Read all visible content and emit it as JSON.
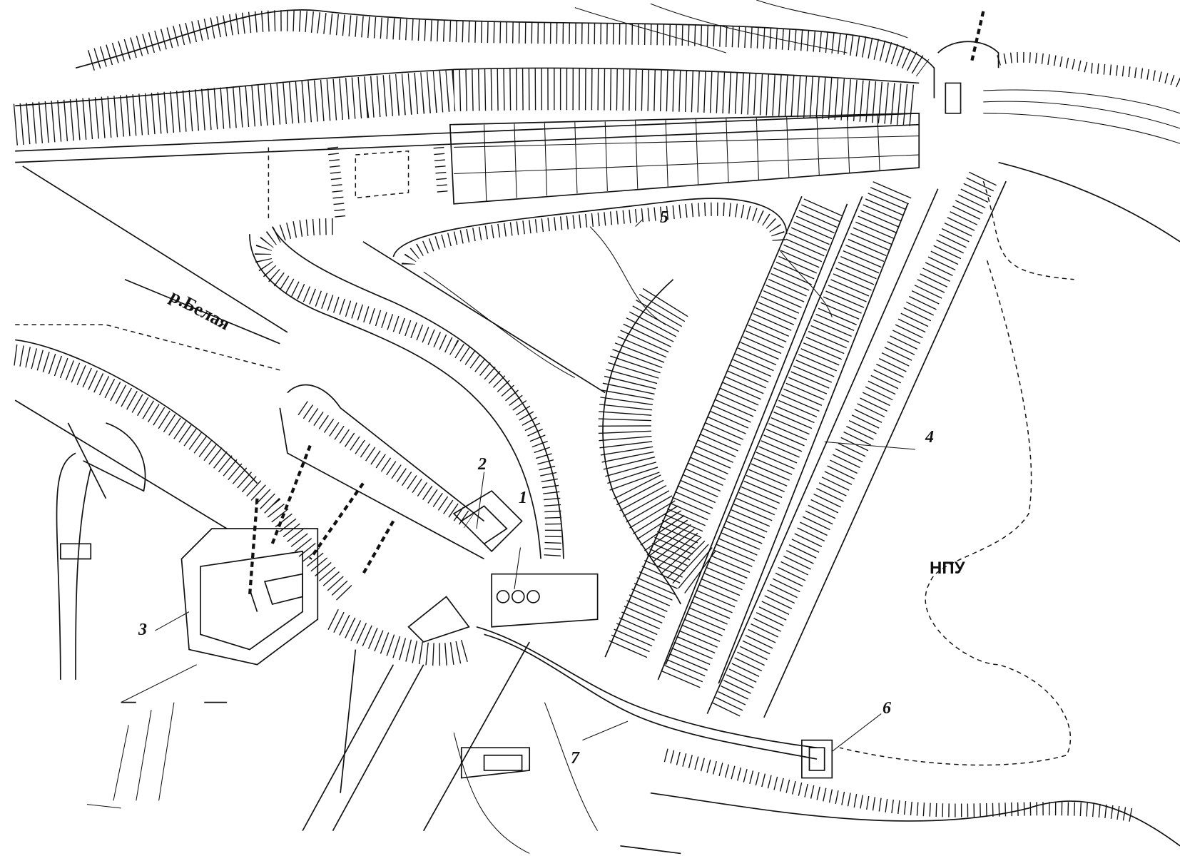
{
  "river_label": "р.Белая",
  "level_label": "НПУ",
  "callouts": {
    "c1": "1",
    "c2": "2",
    "c3": "3",
    "c4": "4",
    "c5": "5",
    "c6": "6",
    "c7": "7"
  }
}
